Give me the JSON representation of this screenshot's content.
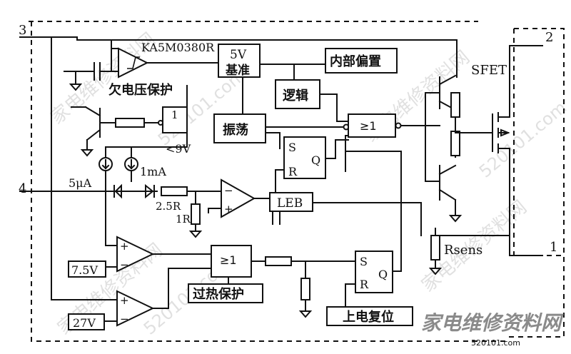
{
  "pins": {
    "p3": "3",
    "p2": "2",
    "p4": "4",
    "p1": "1"
  },
  "chip": "KA5M0380R",
  "labels": {
    "ref5v_line1": "5V",
    "ref5v_line2": "基准",
    "internal_bias": "内部偏置",
    "logic": "逻辑",
    "oscillator": "振荡",
    "uvlo": "欠电压保护",
    "v9": "<9V",
    "i5ua": "5μA",
    "i1ma": "1mA",
    "r25": "2.5R",
    "r1": "1R",
    "leb": "LEB",
    "sfet": "SFET",
    "rsens": "Rsens",
    "v75": "7.5V",
    "v27": "27V",
    "thermal": "过热保护",
    "power_on_reset": "上电复位",
    "or_gate": "≥1",
    "sr_s": "S",
    "sr_r": "R",
    "sr_q": "Q",
    "gate_one": "1",
    "plus": "+",
    "minus": "−"
  },
  "watermark": {
    "cn": "家电维修资料网",
    "url": "520101.com",
    "site": "520101.com"
  }
}
